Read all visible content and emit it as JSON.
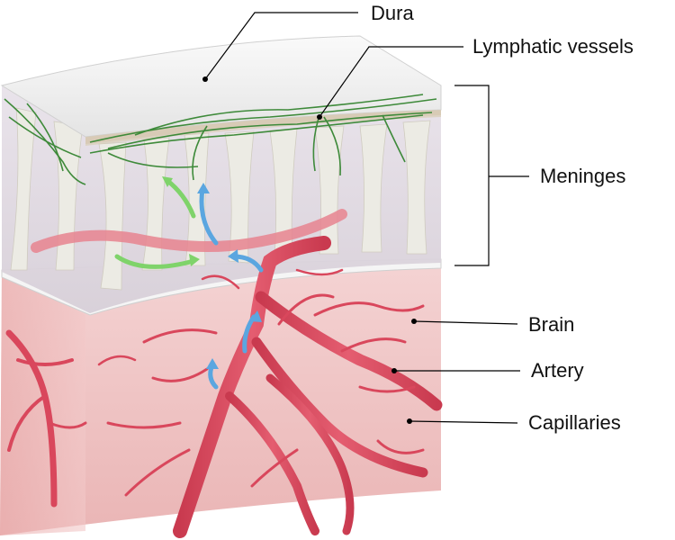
{
  "labels": {
    "dura": "Dura",
    "lymphatic_vessels": "Lymphatic vessels",
    "meninges": "Meninges",
    "brain": "Brain",
    "artery": "Artery",
    "capillaries": "Capillaries"
  },
  "colors": {
    "dura": "#eeeeee",
    "meninges_fluid": "#dcd4dc",
    "trabeculae": "#e6e3dc",
    "brain_tissue": "#f1c6c6",
    "artery": "#d9475c",
    "lymphatic": "#3e8a3a",
    "flow_arrow_blue": "#5aa6e0",
    "flow_arrow_green": "#7fd36a"
  }
}
